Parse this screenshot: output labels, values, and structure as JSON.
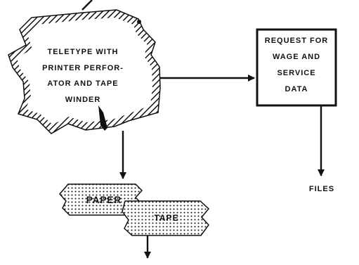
{
  "diagram": {
    "teletype_lines": [
      "TELETYPE WITH",
      "PRINTER PERFOR-",
      "ATOR AND TAPE",
      "WINDER"
    ],
    "request_lines": [
      "REQUEST FOR",
      "WAGE AND",
      "SERVICE",
      "DATA"
    ],
    "files_label": "FILES",
    "paper_label": "PAPER",
    "tape_label": "TAPE"
  }
}
